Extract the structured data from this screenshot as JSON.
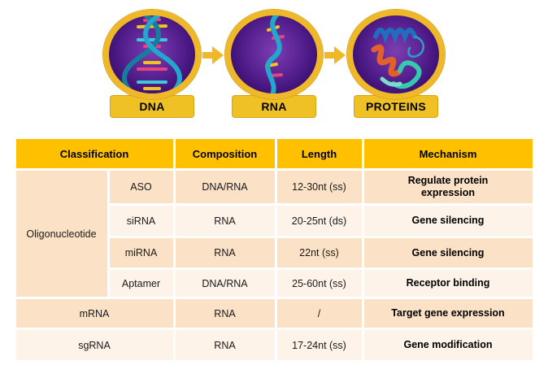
{
  "hero": {
    "nodes": [
      {
        "label": "DNA"
      },
      {
        "label": "RNA"
      },
      {
        "label": "PROTEINS"
      }
    ]
  },
  "table": {
    "headers": {
      "classification": "Classification",
      "composition": "Composition",
      "length": "Length",
      "mechanism": "Mechanism"
    },
    "group_label": "Oligonucleotide",
    "rows": [
      {
        "type": "ASO",
        "composition": "DNA/RNA",
        "length": "12-30nt (ss)",
        "mechanism": "Regulate protein expression"
      },
      {
        "type": "siRNA",
        "composition": "RNA",
        "length": "20-25nt (ds)",
        "mechanism": "Gene silencing"
      },
      {
        "type": "miRNA",
        "composition": "RNA",
        "length": "22nt (ss)",
        "mechanism": "Gene silencing"
      },
      {
        "type": "Aptamer",
        "composition": "DNA/RNA",
        "length": "25-60nt (ss)",
        "mechanism": "Receptor binding"
      },
      {
        "type": "mRNA",
        "composition": "RNA",
        "length": "/",
        "mechanism": "Target gene expression"
      },
      {
        "type": "sgRNA",
        "composition": "RNA",
        "length": "17-24nt (ss)",
        "mechanism": "Gene modification"
      }
    ]
  },
  "palette": {
    "table_header_gold": "#ffc000",
    "badge_gold": "#efb829",
    "plate_gold": "#f0c125",
    "row_peach": "#fbe2c6",
    "row_cream": "#fdf3e8",
    "circle_purple_center": "#7c3eb2",
    "circle_purple_edge": "#2a0a56"
  }
}
